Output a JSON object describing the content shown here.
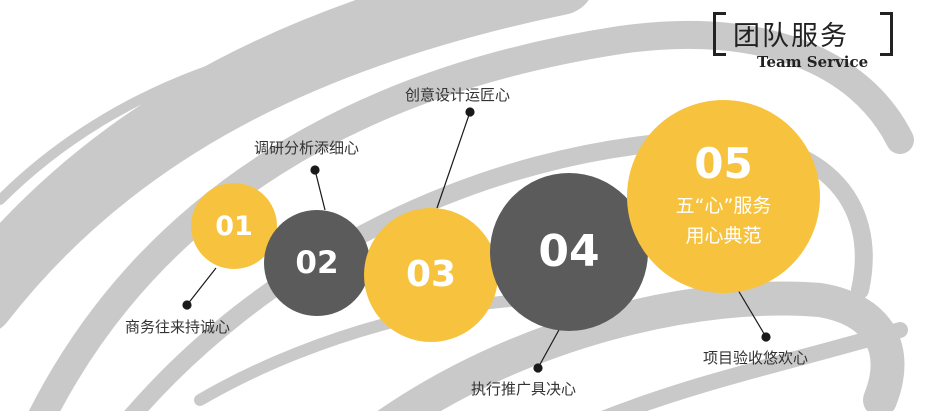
{
  "title": {
    "cn": "团队服务",
    "en": "Team Service"
  },
  "colors": {
    "yellow": "#F7C33E",
    "gray": "#5B5B5B",
    "stroke": "#C7C7C7",
    "text": "#333333"
  },
  "steps": [
    {
      "num": "01",
      "label": "商务往来持诚心",
      "color": "yellow"
    },
    {
      "num": "02",
      "label": "调研分析添细心",
      "color": "gray"
    },
    {
      "num": "03",
      "label": "创意设计运匠心",
      "color": "yellow"
    },
    {
      "num": "04",
      "label": "执行推广具决心",
      "color": "gray"
    },
    {
      "num": "05",
      "label": "项目验收悠欢心",
      "color": "yellow",
      "line1": "五“心”服务",
      "line2": "用心典范"
    }
  ]
}
